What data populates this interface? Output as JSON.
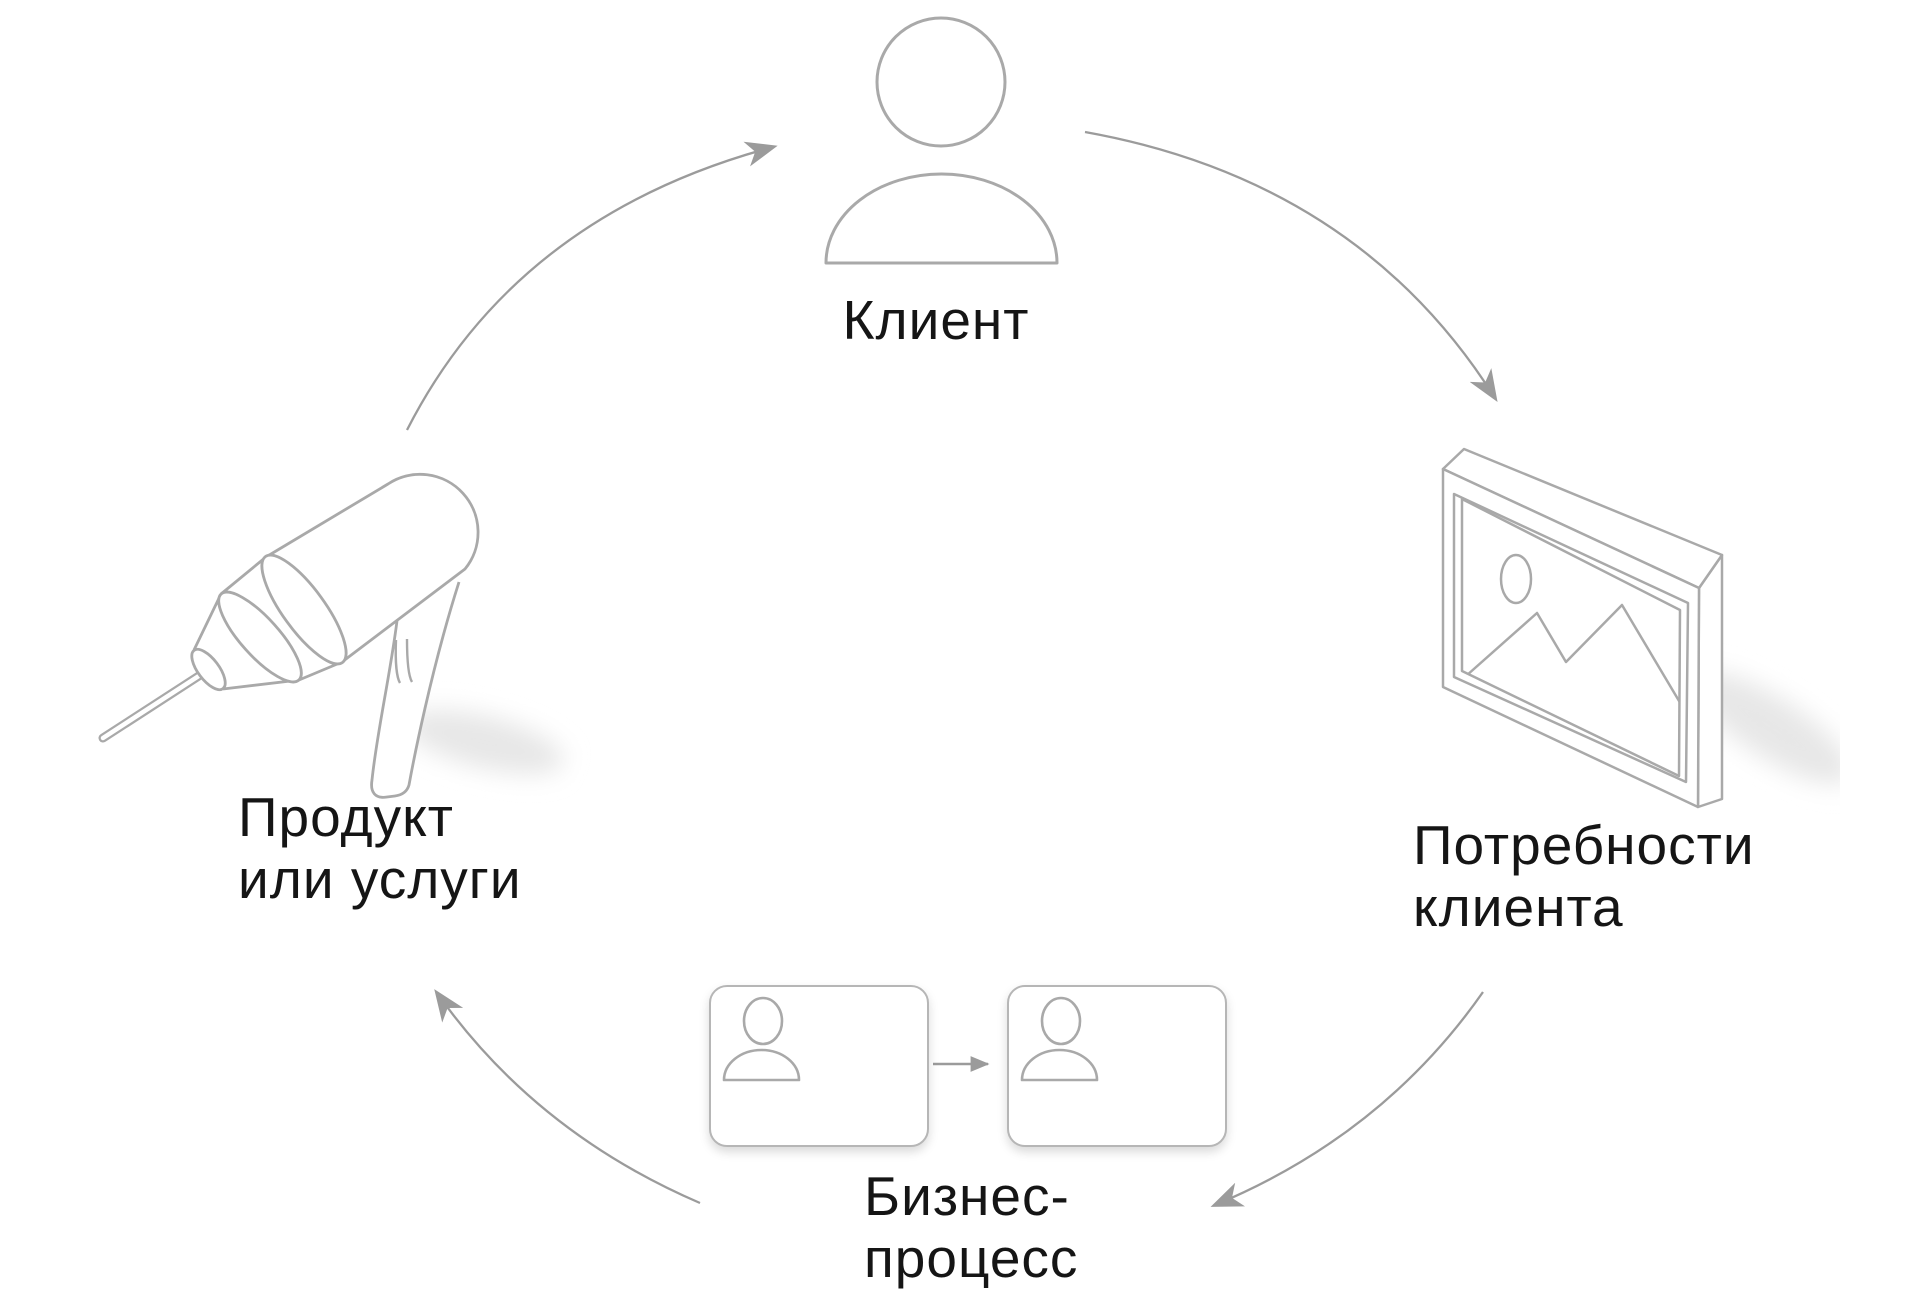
{
  "diagram": {
    "background": "#ffffff",
    "colors": {
      "icon_stroke": "#a9a9a9",
      "arrow": "#9b9b9b",
      "text": "#151515",
      "card_border": "#b6b6b6"
    },
    "nodes": {
      "client": {
        "label": "Клиент",
        "icon": "user-icon"
      },
      "needs": {
        "lines": [
          "Потребности",
          "клиента"
        ],
        "icon": "picture-frame-icon"
      },
      "process": {
        "lines": [
          "Бизнес-",
          "процесс"
        ],
        "icon": "process-cards-icon"
      },
      "product": {
        "lines": [
          "Продукт",
          "или услуги"
        ],
        "icon": "drill-icon"
      }
    },
    "flow": [
      "product → client",
      "client → needs",
      "needs → process",
      "process → product"
    ]
  }
}
